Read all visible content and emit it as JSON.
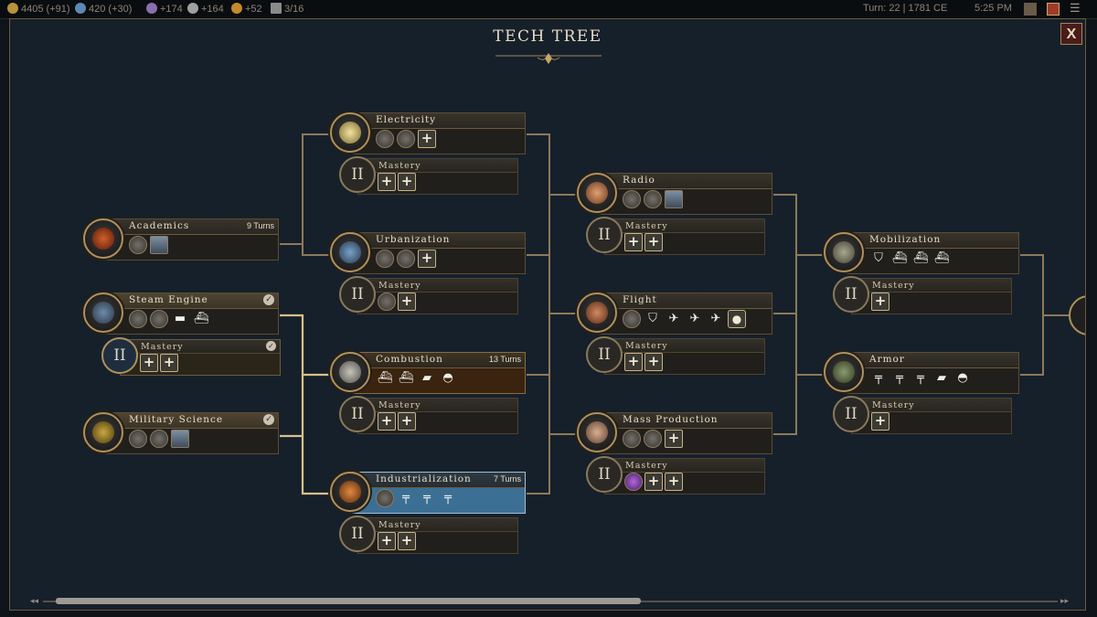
{
  "topbar": {
    "resources": [
      {
        "name": "gold",
        "value": "4405 (+91)",
        "color": "#b8923c"
      },
      {
        "name": "science",
        "value": "420 (+30)",
        "color": "#5b89b5"
      },
      {
        "name": "culture",
        "value": "+174",
        "color": "#8a6fb0"
      },
      {
        "name": "music",
        "value": "+164",
        "color": "#a0a0a0"
      },
      {
        "name": "happiness",
        "value": "+52",
        "color": "#c58a2c"
      },
      {
        "name": "cities",
        "value": "3/16",
        "color": "#8a8a8a"
      }
    ],
    "turn": "Turn: 22 | 1781 CE",
    "clock": "5:25 PM"
  },
  "panel": {
    "title": "TECH TREE",
    "close_label": "X"
  },
  "techs": [
    {
      "id": "academics",
      "name": "Academics",
      "turns": "9 Turns",
      "completed": false,
      "style": "plain",
      "unlocks": [
        "building",
        "wonder"
      ]
    },
    {
      "id": "steam-engine",
      "name": "Steam Engine",
      "turns": "",
      "completed": true,
      "style": "active",
      "unlocks": [
        "building",
        "building",
        "train",
        "ship"
      ]
    },
    {
      "id": "military-science",
      "name": "Military Science",
      "turns": "",
      "completed": true,
      "style": "active",
      "unlocks": [
        "building",
        "building",
        "wonder"
      ]
    },
    {
      "id": "electricity",
      "name": "Electricity",
      "turns": "",
      "completed": false,
      "style": "plain",
      "unlocks": [
        "building",
        "building",
        "plus"
      ]
    },
    {
      "id": "urbanization",
      "name": "Urbanization",
      "turns": "",
      "completed": false,
      "style": "plain",
      "unlocks": [
        "building",
        "building",
        "plus"
      ]
    },
    {
      "id": "combustion",
      "name": "Combustion",
      "turns": "13 Turns",
      "completed": false,
      "style": "orange",
      "unlocks": [
        "ship",
        "ship",
        "tank",
        "helmet"
      ]
    },
    {
      "id": "industrialization",
      "name": "Industrialization",
      "turns": "7 Turns",
      "completed": false,
      "style": "blue",
      "unlocks": [
        "building",
        "gun",
        "gun",
        "gun"
      ]
    },
    {
      "id": "radio",
      "name": "Radio",
      "turns": "",
      "completed": false,
      "style": "plain",
      "unlocks": [
        "building",
        "building",
        "wonder"
      ]
    },
    {
      "id": "flight",
      "name": "Flight",
      "turns": "",
      "completed": false,
      "style": "plain",
      "unlocks": [
        "building",
        "shield",
        "plane",
        "plane",
        "plane",
        "bulb"
      ]
    },
    {
      "id": "mass-production",
      "name": "Mass Production",
      "turns": "",
      "completed": false,
      "style": "plain",
      "unlocks": [
        "building",
        "building",
        "plus"
      ]
    },
    {
      "id": "mobilization",
      "name": "Mobilization",
      "turns": "",
      "completed": false,
      "style": "plain",
      "unlocks": [
        "shield",
        "ship",
        "ship",
        "ship"
      ]
    },
    {
      "id": "armor",
      "name": "Armor",
      "turns": "",
      "completed": false,
      "style": "plain",
      "unlocks": [
        "gun",
        "gun",
        "gun",
        "tank",
        "helmet"
      ]
    }
  ],
  "mastery": [
    {
      "id": "steam-engine-mastery",
      "label": "Mastery",
      "tier": "II",
      "completed": true,
      "unlocks": [
        "plus",
        "plus"
      ]
    },
    {
      "id": "electricity-mastery",
      "label": "Mastery",
      "tier": "II",
      "completed": false,
      "unlocks": [
        "plus",
        "plus"
      ]
    },
    {
      "id": "urbanization-mastery",
      "label": "Mastery",
      "tier": "II",
      "completed": false,
      "unlocks": [
        "building",
        "plus"
      ]
    },
    {
      "id": "combustion-mastery",
      "label": "Mastery",
      "tier": "II",
      "completed": false,
      "unlocks": [
        "plus",
        "plus"
      ]
    },
    {
      "id": "industrialization-mastery",
      "label": "Mastery",
      "tier": "II",
      "completed": false,
      "unlocks": [
        "plus",
        "plus"
      ]
    },
    {
      "id": "radio-mastery",
      "label": "Mastery",
      "tier": "II",
      "completed": false,
      "unlocks": [
        "plus",
        "plus"
      ]
    },
    {
      "id": "flight-mastery",
      "label": "Mastery",
      "tier": "II",
      "completed": false,
      "unlocks": [
        "plus",
        "plus"
      ]
    },
    {
      "id": "mass-production-mastery",
      "label": "Mastery",
      "tier": "II",
      "completed": false,
      "unlocks": [
        "relic",
        "plus",
        "plus"
      ]
    },
    {
      "id": "mobilization-mastery",
      "label": "Mastery",
      "tier": "II",
      "completed": false,
      "unlocks": [
        "plus"
      ]
    },
    {
      "id": "armor-mastery",
      "label": "Mastery",
      "tier": "II",
      "completed": false,
      "unlocks": [
        "plus"
      ]
    }
  ],
  "scrollbar": {
    "position_fraction": 0.0,
    "visible_fraction": 0.58
  },
  "colors": {
    "accent_gold": "#b1915c",
    "panel_bg": "#16202a",
    "selected_blue": "#3c6f94",
    "in_progress_orange": "#3a240f"
  }
}
